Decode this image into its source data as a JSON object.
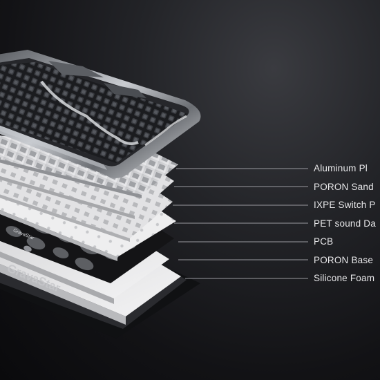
{
  "layers": [
    {
      "label": "Aluminum Pl"
    },
    {
      "label": "PORON Sand"
    },
    {
      "label": "IXPE Switch P"
    },
    {
      "label": "PET sound Da"
    },
    {
      "label": "PCB"
    },
    {
      "label": "PORON Base"
    },
    {
      "label": "Silicone Foam"
    }
  ],
  "brand_mark": {
    "text_small": "GravaStar",
    "text_large": "GravaStar"
  },
  "colors": {
    "background": "#1a1b1e",
    "frame": "#9ea2a8",
    "plate": "#d9dadc",
    "pcb": "#141416",
    "foam_white": "#e9e9ea",
    "label": "#e8e8ea",
    "leader": "#9a9aa0"
  }
}
